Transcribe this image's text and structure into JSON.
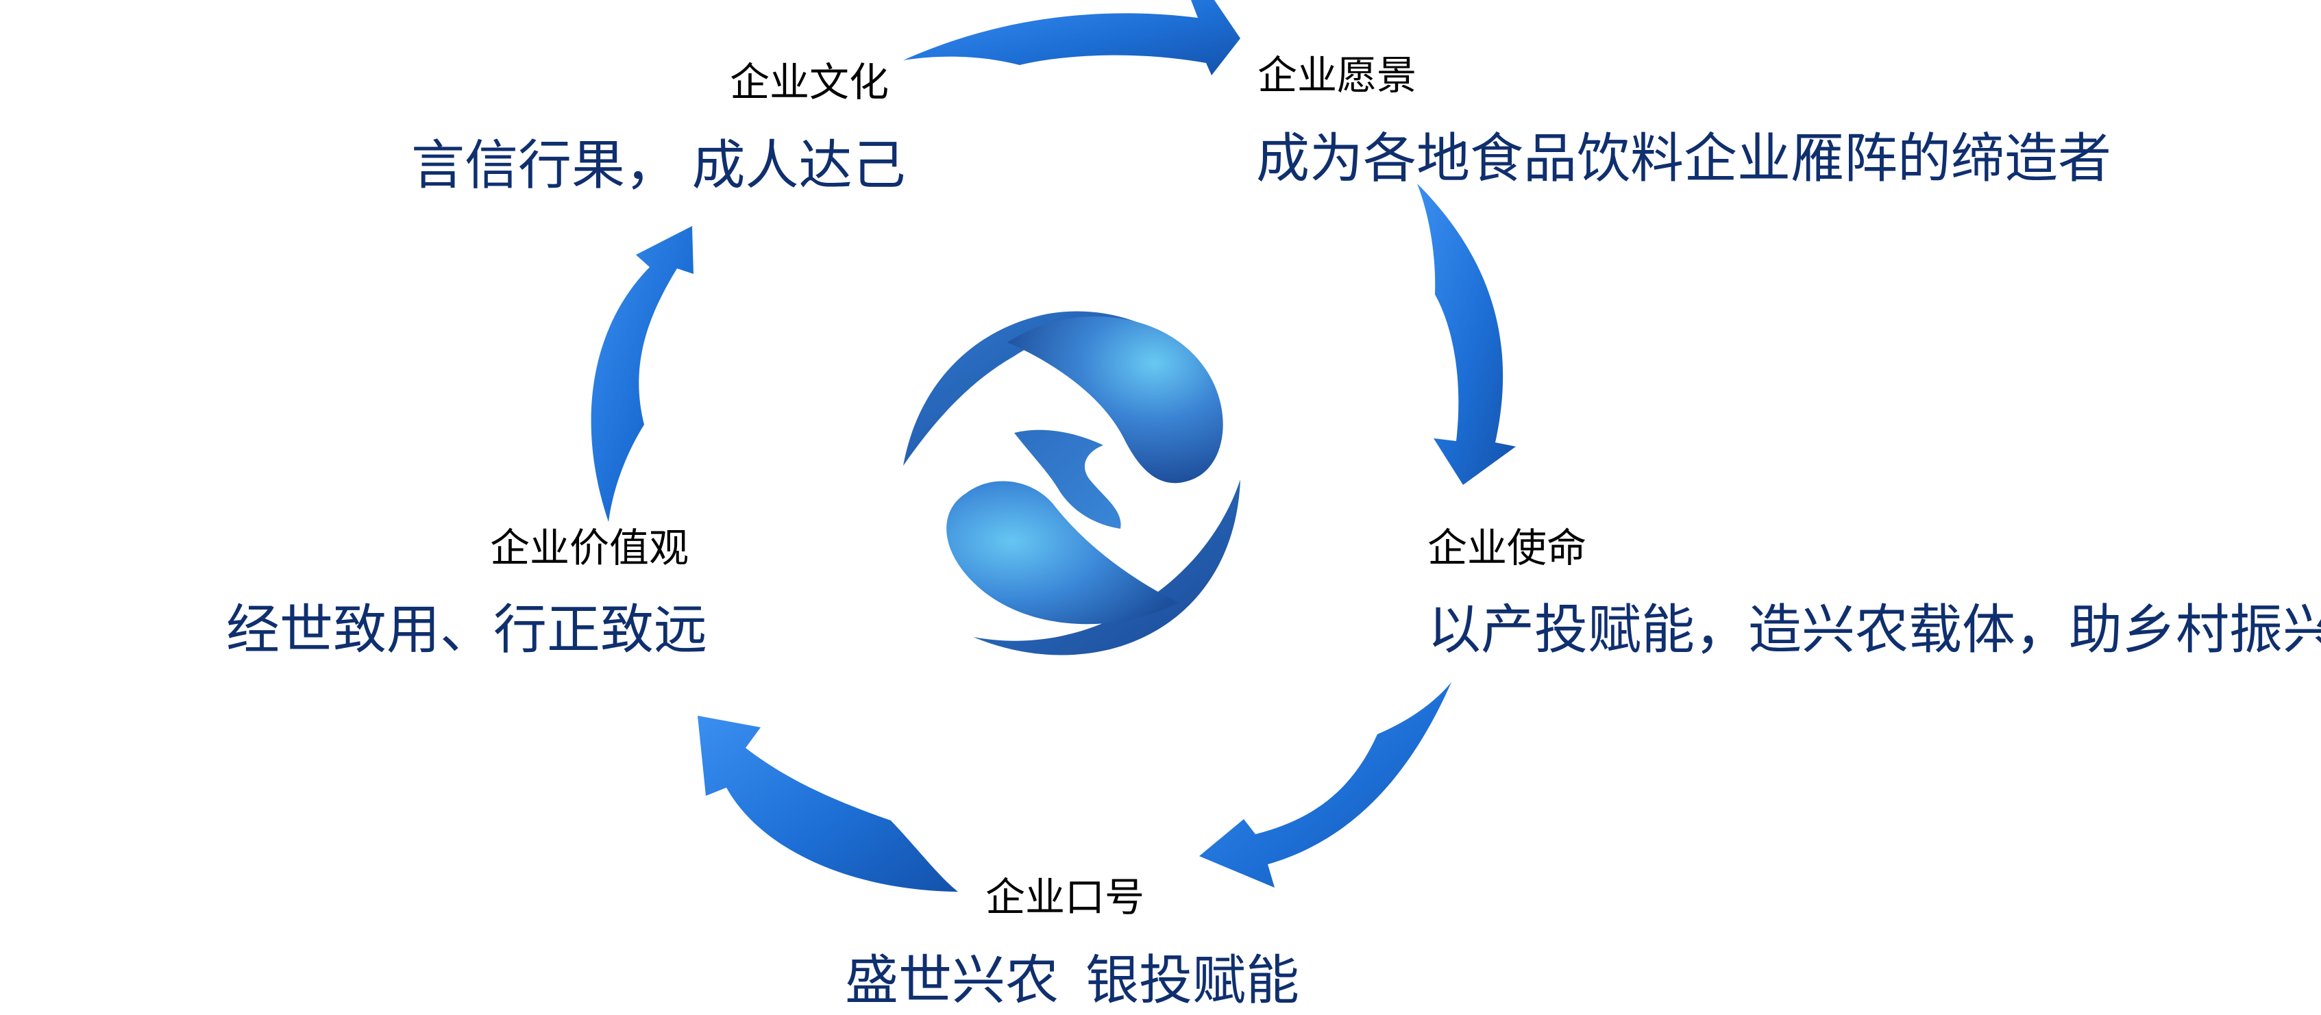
{
  "nodes": {
    "culture": {
      "title": "企业文化",
      "text": "言信行果， 成人达己"
    },
    "vision": {
      "title": "企业愿景",
      "text": "成为各地食品饮料企业雁阵的缔造者"
    },
    "mission": {
      "title": "企业使命",
      "text": "以产投赋能，造兴农载体，助乡村振兴"
    },
    "slogan": {
      "title": "企业口号",
      "text": "盛世兴农  银投赋能"
    },
    "values": {
      "title": "企业价值观",
      "text": "经世致用、行正致远"
    }
  },
  "colors": {
    "arrow_light": "#2f86ee",
    "arrow_dark": "#1b63c6",
    "logo_dark": "#1e4f9c",
    "logo_light": "#5ec0ee",
    "text_dark": "#0f2f6e"
  }
}
